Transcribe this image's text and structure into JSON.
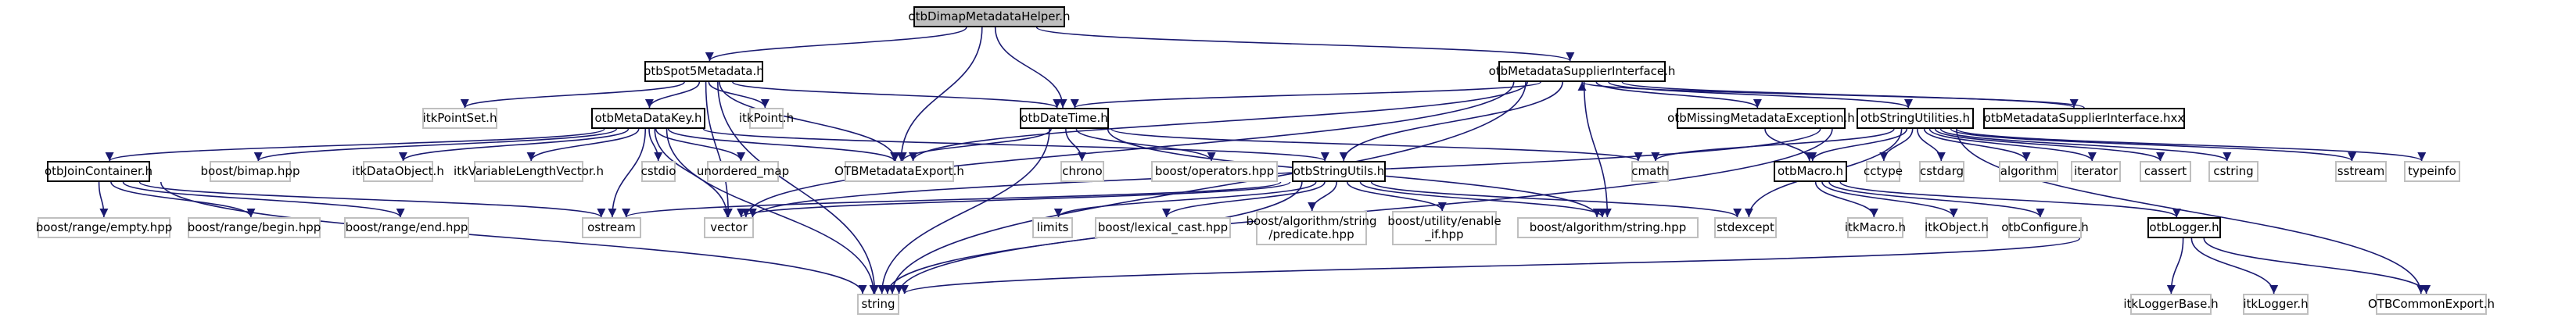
{
  "title": "otbDimapMetadataHelper.h include dependency graph",
  "colors": {
    "edge": "#191970",
    "root_fill": "#bfbfbf",
    "doc_border": "#000000",
    "ext_border": "#bfbfbf"
  },
  "nodes": [
    {
      "id": "root",
      "label": "otbDimapMetadataHelper.h",
      "kind": "root"
    },
    {
      "id": "spot5",
      "label": "otbSpot5Metadata.h",
      "kind": "doc"
    },
    {
      "id": "msi",
      "label": "otbMetadataSupplierInterface.h",
      "kind": "doc"
    },
    {
      "id": "itkPointSet",
      "label": "itkPointSet.h",
      "kind": "ext"
    },
    {
      "id": "itkPoint",
      "label": "itkPoint.h",
      "kind": "ext"
    },
    {
      "id": "mdk",
      "label": "otbMetaDataKey.h",
      "kind": "doc"
    },
    {
      "id": "datetime",
      "label": "otbDateTime.h",
      "kind": "doc"
    },
    {
      "id": "mme",
      "label": "otbMissingMetadataException.h",
      "kind": "doc"
    },
    {
      "id": "strutil",
      "label": "otbStringUtilities.h",
      "kind": "doc"
    },
    {
      "id": "msihxx",
      "label": "otbMetadataSupplierInterface.hxx",
      "kind": "doc"
    },
    {
      "id": "join",
      "label": "otbJoinContainer.h",
      "kind": "doc"
    },
    {
      "id": "bimap",
      "label": "boost/bimap.hpp",
      "kind": "ext"
    },
    {
      "id": "itkDataObject",
      "label": "itkDataObject.h",
      "kind": "ext"
    },
    {
      "id": "itkVLV",
      "label": "itkVariableLengthVector.h",
      "kind": "ext"
    },
    {
      "id": "cstdio",
      "label": "cstdio",
      "kind": "ext"
    },
    {
      "id": "umap",
      "label": "unordered_map",
      "kind": "ext"
    },
    {
      "id": "mdexport",
      "label": "OTBMetadataExport.h",
      "kind": "ext"
    },
    {
      "id": "chrono",
      "label": "chrono",
      "kind": "ext"
    },
    {
      "id": "boostops",
      "label": "boost/operators.hpp",
      "kind": "ext"
    },
    {
      "id": "strutils",
      "label": "otbStringUtils.h",
      "kind": "doc"
    },
    {
      "id": "cmath",
      "label": "cmath",
      "kind": "ext"
    },
    {
      "id": "macro",
      "label": "otbMacro.h",
      "kind": "doc"
    },
    {
      "id": "cctype",
      "label": "cctype",
      "kind": "ext"
    },
    {
      "id": "cstdarg",
      "label": "cstdarg",
      "kind": "ext"
    },
    {
      "id": "algorithm",
      "label": "algorithm",
      "kind": "ext"
    },
    {
      "id": "iterator",
      "label": "iterator",
      "kind": "ext"
    },
    {
      "id": "cassert",
      "label": "cassert",
      "kind": "ext"
    },
    {
      "id": "cstring",
      "label": "cstring",
      "kind": "ext"
    },
    {
      "id": "sstream",
      "label": "sstream",
      "kind": "ext"
    },
    {
      "id": "typeinfo",
      "label": "typeinfo",
      "kind": "ext"
    },
    {
      "id": "rempty",
      "label": "boost/range/empty.hpp",
      "kind": "ext"
    },
    {
      "id": "rbegin",
      "label": "boost/range/begin.hpp",
      "kind": "ext"
    },
    {
      "id": "rend",
      "label": "boost/range/end.hpp",
      "kind": "ext"
    },
    {
      "id": "ostream",
      "label": "ostream",
      "kind": "ext"
    },
    {
      "id": "vector",
      "label": "vector",
      "kind": "ext"
    },
    {
      "id": "limits",
      "label": "limits",
      "kind": "ext"
    },
    {
      "id": "lexcast",
      "label": "boost/lexical_cast.hpp",
      "kind": "ext"
    },
    {
      "id": "pred",
      "label": "boost/algorithm/string\n/predicate.hpp",
      "kind": "ext"
    },
    {
      "id": "enableif",
      "label": "boost/utility/enable\n_if.hpp",
      "kind": "ext"
    },
    {
      "id": "bstring",
      "label": "boost/algorithm/string.hpp",
      "kind": "ext"
    },
    {
      "id": "stdexcept",
      "label": "stdexcept",
      "kind": "ext"
    },
    {
      "id": "itkMacro",
      "label": "itkMacro.h",
      "kind": "ext"
    },
    {
      "id": "itkObject",
      "label": "itkObject.h",
      "kind": "ext"
    },
    {
      "id": "configure",
      "label": "otbConfigure.h",
      "kind": "ext"
    },
    {
      "id": "logger",
      "label": "otbLogger.h",
      "kind": "doc"
    },
    {
      "id": "string",
      "label": "string",
      "kind": "ext"
    },
    {
      "id": "itkLoggerBase",
      "label": "itkLoggerBase.h",
      "kind": "ext"
    },
    {
      "id": "itkLogger",
      "label": "itkLogger.h",
      "kind": "ext"
    },
    {
      "id": "commonexport",
      "label": "OTBCommonExport.h",
      "kind": "ext"
    }
  ],
  "edges": [
    [
      "root",
      "spot5"
    ],
    [
      "root",
      "msi"
    ],
    [
      "root",
      "mdexport"
    ],
    [
      "root",
      "datetime"
    ],
    [
      "spot5",
      "itkPointSet"
    ],
    [
      "spot5",
      "itkPoint"
    ],
    [
      "spot5",
      "mdk"
    ],
    [
      "spot5",
      "datetime"
    ],
    [
      "spot5",
      "mdexport"
    ],
    [
      "spot5",
      "string"
    ],
    [
      "spot5",
      "vector"
    ],
    [
      "msi",
      "mdexport"
    ],
    [
      "msi",
      "strutils"
    ],
    [
      "msi",
      "mme"
    ],
    [
      "msi",
      "strutil"
    ],
    [
      "msi",
      "msihxx"
    ],
    [
      "msi",
      "bstring"
    ],
    [
      "msi",
      "string"
    ],
    [
      "msi",
      "vector"
    ],
    [
      "msi",
      "datetime"
    ],
    [
      "msihxx",
      "msi"
    ],
    [
      "mdk",
      "join"
    ],
    [
      "mdk",
      "bimap"
    ],
    [
      "mdk",
      "itkDataObject"
    ],
    [
      "mdk",
      "itkVLV"
    ],
    [
      "mdk",
      "cstdio"
    ],
    [
      "mdk",
      "umap"
    ],
    [
      "mdk",
      "mdexport"
    ],
    [
      "mdk",
      "string"
    ],
    [
      "mdk",
      "strutils"
    ],
    [
      "mdk",
      "vector"
    ],
    [
      "mdk",
      "ostream"
    ],
    [
      "datetime",
      "mdexport"
    ],
    [
      "datetime",
      "chrono"
    ],
    [
      "datetime",
      "boostops"
    ],
    [
      "datetime",
      "cmath"
    ],
    [
      "datetime",
      "string"
    ],
    [
      "datetime",
      "bstring"
    ],
    [
      "join",
      "rempty"
    ],
    [
      "join",
      "rbegin"
    ],
    [
      "join",
      "rend"
    ],
    [
      "join",
      "ostream"
    ],
    [
      "join",
      "string"
    ],
    [
      "strutils",
      "vector"
    ],
    [
      "strutils",
      "string"
    ],
    [
      "strutils",
      "ostream"
    ],
    [
      "strutils",
      "limits"
    ],
    [
      "strutils",
      "lexcast"
    ],
    [
      "strutils",
      "pred"
    ],
    [
      "strutils",
      "enableif"
    ],
    [
      "strutils",
      "bstring"
    ],
    [
      "strutils",
      "stdexcept"
    ],
    [
      "mme",
      "macro"
    ],
    [
      "strutil",
      "cmath"
    ],
    [
      "strutil",
      "macro"
    ],
    [
      "strutil",
      "cctype"
    ],
    [
      "strutil",
      "cstdarg"
    ],
    [
      "strutil",
      "algorithm"
    ],
    [
      "strutil",
      "iterator"
    ],
    [
      "strutil",
      "cassert"
    ],
    [
      "strutil",
      "cstring"
    ],
    [
      "strutil",
      "sstream"
    ],
    [
      "strutil",
      "typeinfo"
    ],
    [
      "strutil",
      "stdexcept"
    ],
    [
      "strutil",
      "vector"
    ],
    [
      "strutil",
      "string"
    ],
    [
      "strutil",
      "commonexport"
    ],
    [
      "macro",
      "itkMacro"
    ],
    [
      "macro",
      "itkObject"
    ],
    [
      "macro",
      "configure"
    ],
    [
      "macro",
      "logger"
    ],
    [
      "logger",
      "itkLoggerBase"
    ],
    [
      "logger",
      "itkLogger"
    ],
    [
      "logger",
      "commonexport"
    ],
    [
      "logger",
      "string"
    ]
  ]
}
